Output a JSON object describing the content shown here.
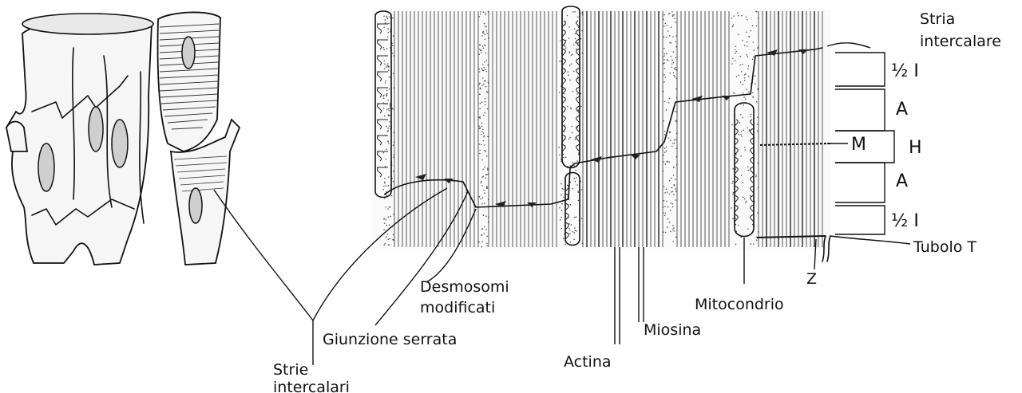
{
  "figure": {
    "background": "#ffffff",
    "ink_color": "#111111",
    "dot_color": "#555555"
  },
  "labels": {
    "stria_intercalare": [
      "Stria",
      "intercalare"
    ],
    "half_i_top": "½ I",
    "a_top": "A",
    "h": "H",
    "m": "M",
    "a_bottom": "A",
    "half_i_bottom": "½ I",
    "tubolo_t": "Tubolo T",
    "z": "Z",
    "mitocondrio": "Mitocondrio",
    "miosina": "Miosina",
    "actina": "Actina",
    "desmosomi_modificati": [
      "Desmosomi",
      "modificati"
    ],
    "giunzione_serrata": "Giunzione serrata",
    "strie_intercalari": [
      "Strie",
      "intercalari"
    ]
  }
}
